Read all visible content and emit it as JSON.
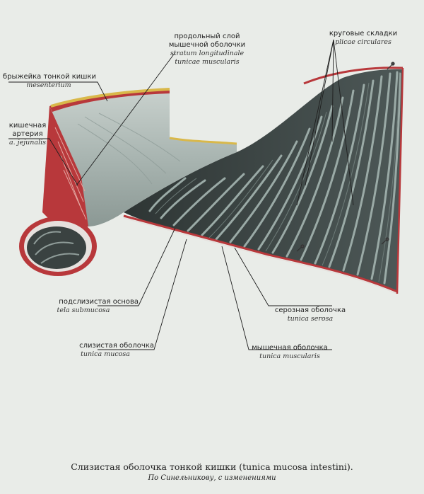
{
  "labels": {
    "longitudinal": {
      "ru1": "продольный слой",
      "ru2": "мышечной оболочки",
      "la1": "stratum longitudinale",
      "la2": "tunicae muscularis"
    },
    "mesentery": {
      "ru": "брыжейка тонкой кишки",
      "la": "mesenterium"
    },
    "artery": {
      "ru1": "кишечная",
      "ru2": "артерия",
      "la": "a. jejunalis"
    },
    "plicae": {
      "ru": "круговые складки",
      "la": "plicae circulares"
    },
    "submucosa": {
      "ru": "подслизистая основа",
      "la": "tela submucosa"
    },
    "mucosa": {
      "ru": "слизистая оболочка",
      "la": "tunica mucosa"
    },
    "serosa": {
      "ru": "серозная оболочка",
      "la": "tunica serosa"
    },
    "muscularis": {
      "ru": "мышечная оболочка",
      "la": "tunica muscularis"
    }
  },
  "caption": {
    "title": "Слизистая оболочка тонкой кишки (tunica mucosa intestini).",
    "source": "По Синельникову, с изменениями"
  },
  "page_number": "",
  "colors": {
    "background": "#e9ece8",
    "mucosa_dark": "#3f4847",
    "mucosa_fold": "#8e9d99",
    "muscle_red": "#b8383b",
    "fat_yellow": "#d9b84a",
    "leader_line": "#1e1e1e"
  }
}
